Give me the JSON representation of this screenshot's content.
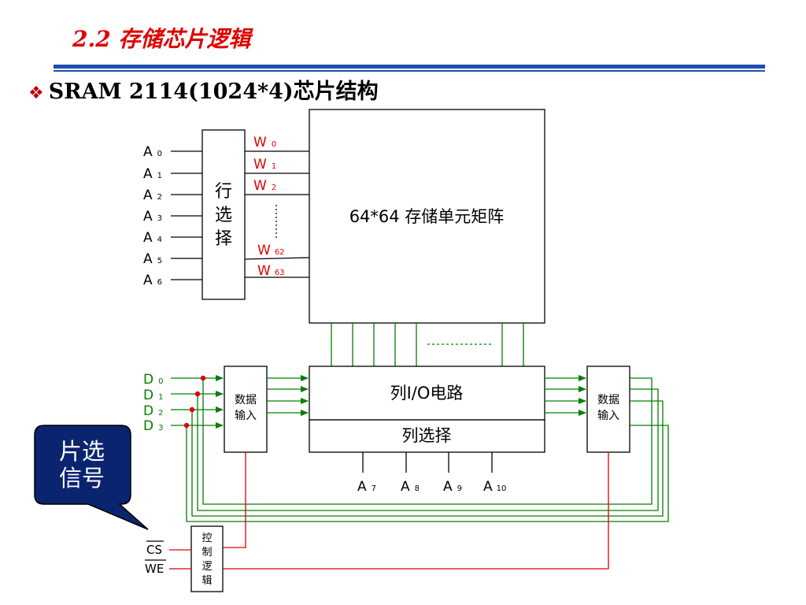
{
  "slide": {
    "title": "2.2  存储芯片逻辑",
    "subtitle_bullet": "❖",
    "subtitle": "SRAM 2114(1024*4)芯片结构"
  },
  "row_select": {
    "label_lines": [
      "行",
      "选",
      "择"
    ],
    "address_inputs": [
      {
        "name": "A",
        "sub": "0"
      },
      {
        "name": "A",
        "sub": "1"
      },
      {
        "name": "A",
        "sub": "2"
      },
      {
        "name": "A",
        "sub": "3"
      },
      {
        "name": "A",
        "sub": "4"
      },
      {
        "name": "A",
        "sub": "5"
      },
      {
        "name": "A",
        "sub": "6"
      }
    ]
  },
  "word_lines": [
    {
      "name": "W",
      "sub": "0"
    },
    {
      "name": "W",
      "sub": "1"
    },
    {
      "name": "W",
      "sub": "2"
    },
    {
      "name": "W",
      "sub": "62"
    },
    {
      "name": "W",
      "sub": "63"
    }
  ],
  "memory_array": {
    "label": "64*64 存储单元矩阵"
  },
  "column_io": {
    "label": "列I/O电路"
  },
  "column_select": {
    "label": "列选择",
    "address_inputs": [
      {
        "name": "A",
        "sub": "7"
      },
      {
        "name": "A",
        "sub": "8"
      },
      {
        "name": "A",
        "sub": "9"
      },
      {
        "name": "A",
        "sub": "10"
      }
    ]
  },
  "data_lines": [
    {
      "name": "D",
      "sub": "0"
    },
    {
      "name": "D",
      "sub": "1"
    },
    {
      "name": "D",
      "sub": "2"
    },
    {
      "name": "D",
      "sub": "3"
    }
  ],
  "data_input_left": {
    "label_lines": [
      "数据",
      "输入"
    ]
  },
  "data_input_right": {
    "label_lines": [
      "数据",
      "输入"
    ]
  },
  "control_logic": {
    "label_lines": [
      "控",
      "制",
      "逻",
      "辑"
    ]
  },
  "control_signals": [
    {
      "name": "CS",
      "overline": true
    },
    {
      "name": "WE",
      "overline": true
    }
  ],
  "callout": {
    "lines": [
      "片选",
      "信号"
    ]
  },
  "colors": {
    "title_red": "#e00000",
    "rule_blue": "#1e4fb0",
    "word_line_red": "#e00000",
    "data_green": "#008000",
    "control_red": "#e00000",
    "callout_fill": "#0a2470"
  }
}
